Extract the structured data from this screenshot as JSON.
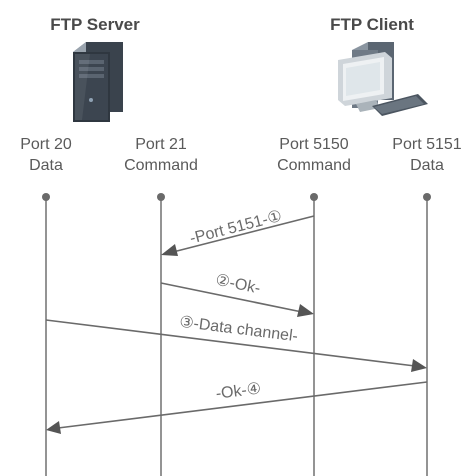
{
  "server": {
    "title": "FTP Server",
    "icon": "server-tower-icon",
    "ports": [
      {
        "port": "Port 20",
        "role": "Data"
      },
      {
        "port": "Port 21",
        "role": "Command"
      }
    ]
  },
  "client": {
    "title": "FTP Client",
    "icon": "desktop-computer-icon",
    "ports": [
      {
        "port": "Port 5150",
        "role": "Command"
      },
      {
        "port": "Port 5151",
        "role": "Data"
      }
    ]
  },
  "messages": [
    {
      "label": "-Port 5151-①",
      "from": "Port 5150 Command",
      "to": "Port 21 Command"
    },
    {
      "label": "②-Ok-",
      "from": "Port 21 Command",
      "to": "Port 5150 Command"
    },
    {
      "label": "③-Data channel-",
      "from": "Port 20 Data",
      "to": "Port 5151 Data"
    },
    {
      "label": "-Ok-④",
      "from": "Port 5151 Data",
      "to": "Port 20 Data"
    }
  ],
  "colors": {
    "line": "#7a7a7a",
    "arrow": "#555555",
    "server_body": "#3c4550",
    "server_side": "#6f7a86",
    "client_monitor": "#dfe3e6"
  }
}
